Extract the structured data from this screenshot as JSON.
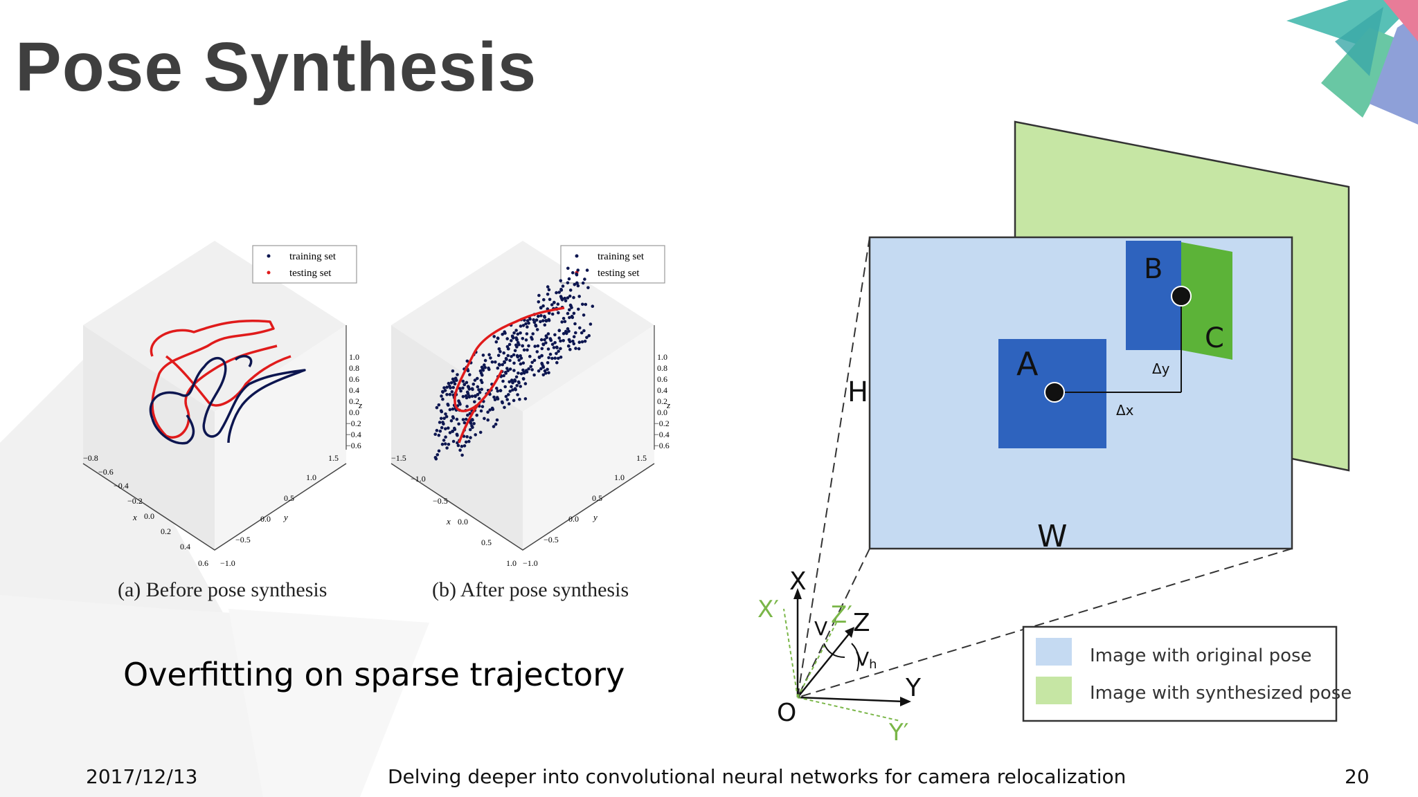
{
  "slide": {
    "title": "Pose Synthesis",
    "note": "Overfitting on sparse trajectory",
    "footer_date": "2017/12/13",
    "footer_title": "Delving deeper into convolutional neural networks for camera relocalization",
    "page_number": "20"
  },
  "plots": {
    "legend_training": "training set",
    "legend_testing": "testing set",
    "caption_a": "(a) Before pose synthesis",
    "caption_b": "(b) After pose synthesis",
    "axis_x": "x",
    "axis_y": "y",
    "axis_z": "z",
    "ticks_z": [
      "1.0",
      "0.8",
      "0.6",
      "0.4",
      "0.2",
      "0.0",
      "−0.2",
      "−0.4",
      "−0.6"
    ],
    "ticks_x_a": [
      "−0.8",
      "−0.6",
      "−0.4",
      "−0.2",
      "0.0",
      "0.2",
      "0.4",
      "0.6"
    ],
    "ticks_y_a": [
      "1.5",
      "1.0",
      "0.5",
      "0.0",
      "−0.5",
      "−1.0"
    ],
    "ticks_x_b": [
      "−1.5",
      "−1.0",
      "−0.5",
      "0.0",
      "0.5",
      "1.0"
    ],
    "ticks_y_b": [
      "1.5",
      "1.0",
      "0.5",
      "0.0",
      "−0.5",
      "−1.0"
    ],
    "colors": {
      "training": "#0d1650",
      "testing": "#e01b1b"
    }
  },
  "diagram": {
    "label_A": "A",
    "label_B": "B",
    "label_C": "C",
    "label_H": "H",
    "label_W": "W",
    "label_dx": "Δx",
    "label_dy": "Δy",
    "axis_X": "X",
    "axis_Y": "Y",
    "axis_Z": "Z",
    "axis_Xp": "X′",
    "axis_Yp": "Y′",
    "axis_Zp": "Z′",
    "origin": "O",
    "angle_v": "V",
    "angle_vh": "V",
    "angle_vh_sub": "h",
    "legend_original": "Image with original pose",
    "legend_synth": "Image with synthesized pose",
    "colors": {
      "original": "#c5daf2",
      "synth": "#c6e6a4",
      "patch": "#2e63be",
      "patch_green": "#5cb338"
    }
  }
}
